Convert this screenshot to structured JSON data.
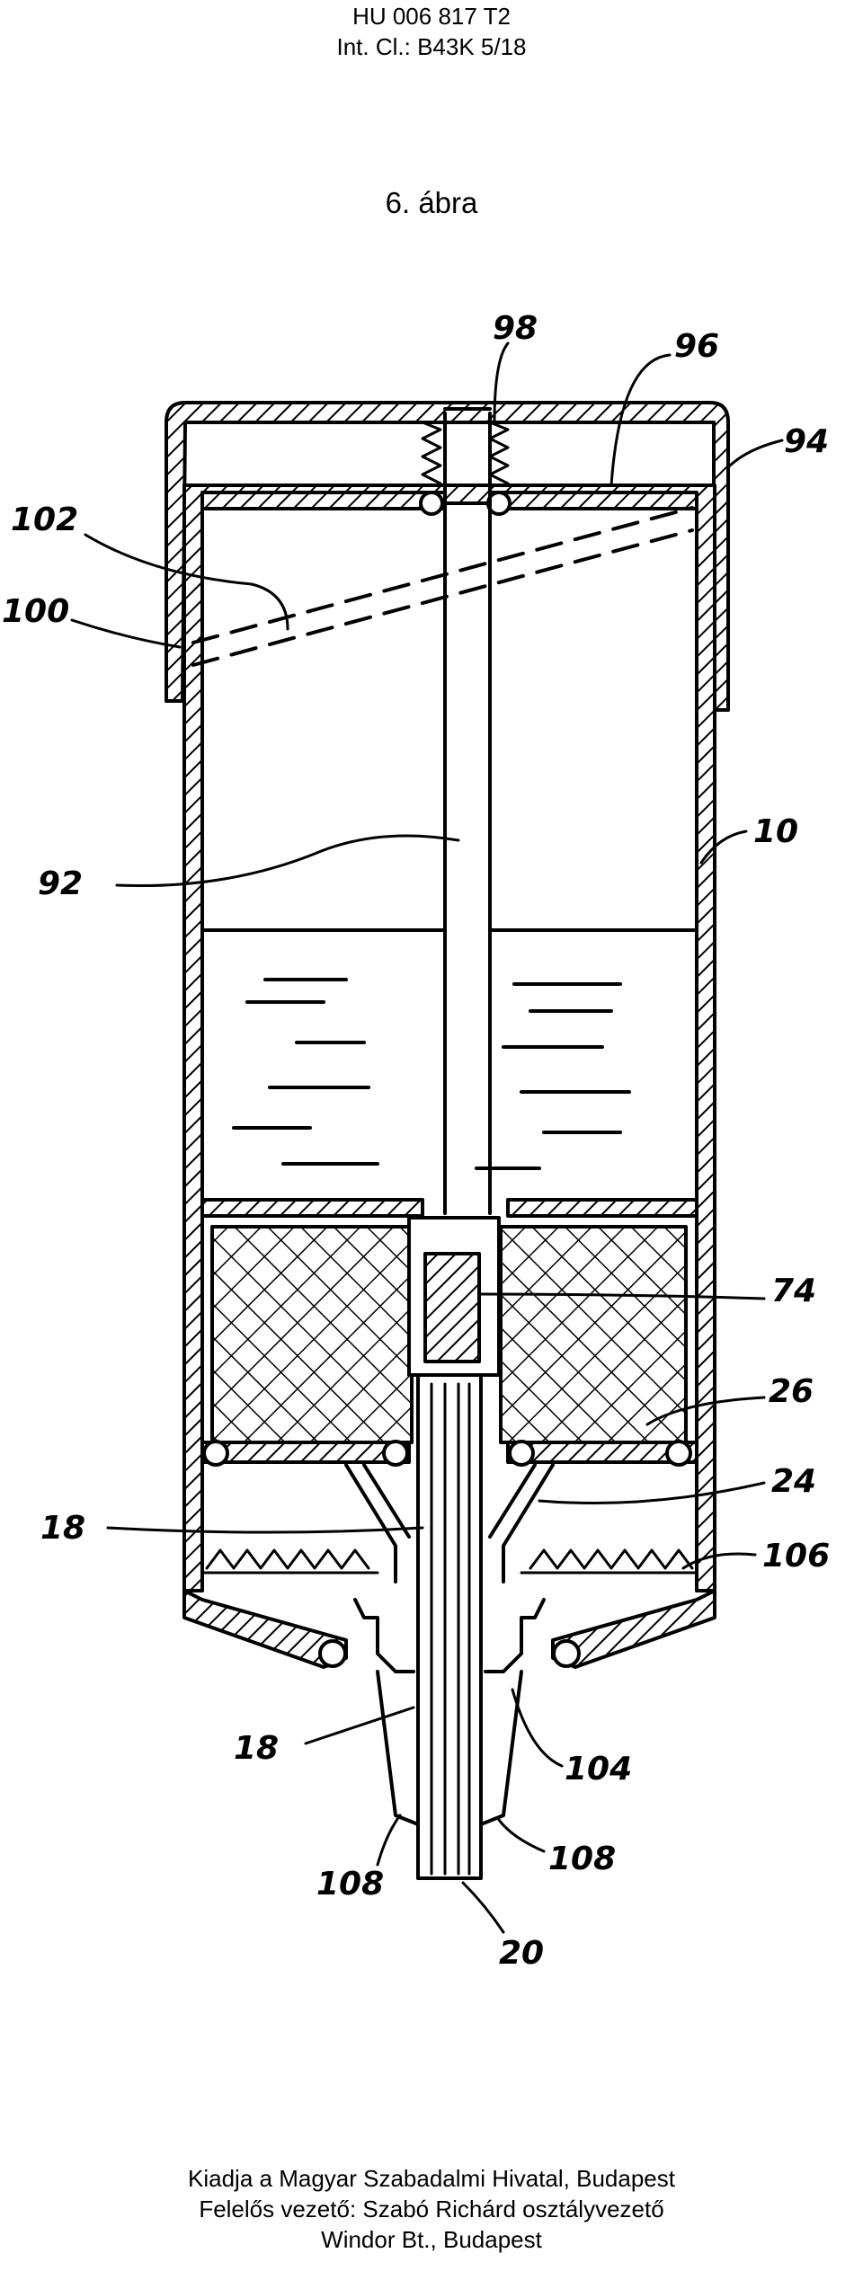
{
  "header": {
    "publication_number": "HU 006 817 T2",
    "classification": "Int. Cl.: B43K 5/18"
  },
  "figure": {
    "title": "6. ábra",
    "labels": {
      "l98": "98",
      "l96": "96",
      "l94": "94",
      "l102": "102",
      "l100": "100",
      "l92": "92",
      "l10": "10",
      "l74": "74",
      "l26": "26",
      "l24": "24",
      "l18a": "18",
      "l106": "106",
      "l18b": "18",
      "l104": "104",
      "l108a": "108",
      "l108b": "108",
      "l20": "20"
    }
  },
  "footer": {
    "line1": "Kiadja a Magyar Szabadalmi Hivatal, Budapest",
    "line2": "Felelős vezető: Szabó Richárd osztályvezető",
    "line3": "Windor Bt., Budapest"
  }
}
